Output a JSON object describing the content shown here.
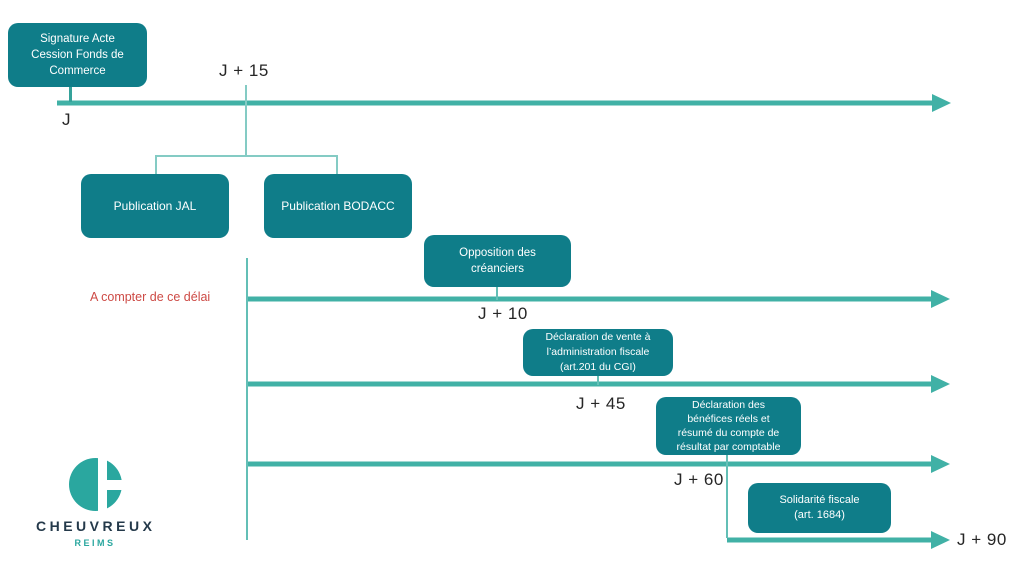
{
  "diagram": {
    "boxes": [
      {
        "id": "signature",
        "label": "Signature Acte\nCession Fonds de\nCommerce"
      },
      {
        "id": "publication-jal",
        "label": "Publication JAL"
      },
      {
        "id": "publication-bodacc",
        "label": "Publication BODACC"
      },
      {
        "id": "opposition-creanciers",
        "label": "Opposition des\ncréanciers"
      },
      {
        "id": "declaration-vente",
        "label": "Déclaration de vente à\nl’administration fiscale\n(art.201 du CGI)"
      },
      {
        "id": "declaration-benefices",
        "label": "Déclaration des\nbénéfices réels et\nrésumé du compte de\nrésultat par comptable"
      },
      {
        "id": "solidarite-fiscale",
        "label": "Solidarité fiscale\n(art. 1684)"
      }
    ],
    "milestones": {
      "j": "J",
      "j15": "J + 15",
      "j10": "J + 10",
      "j45": "J + 45",
      "j60": "J + 60",
      "j90": "J + 90"
    },
    "note": "A compter de ce délai",
    "colors": {
      "box_fill": "#0f7d89",
      "box_text": "#ffffff",
      "arrow": "#41b1a6",
      "connector": "#63bfb6",
      "milestone_text": "#262626",
      "note_text": "#cd4a45",
      "logo_teal": "#2aa79f",
      "logo_navy": "#24394a",
      "background": "#ffffff"
    }
  },
  "logo": {
    "name": "CHEUVREUX",
    "city": "REIMS"
  }
}
